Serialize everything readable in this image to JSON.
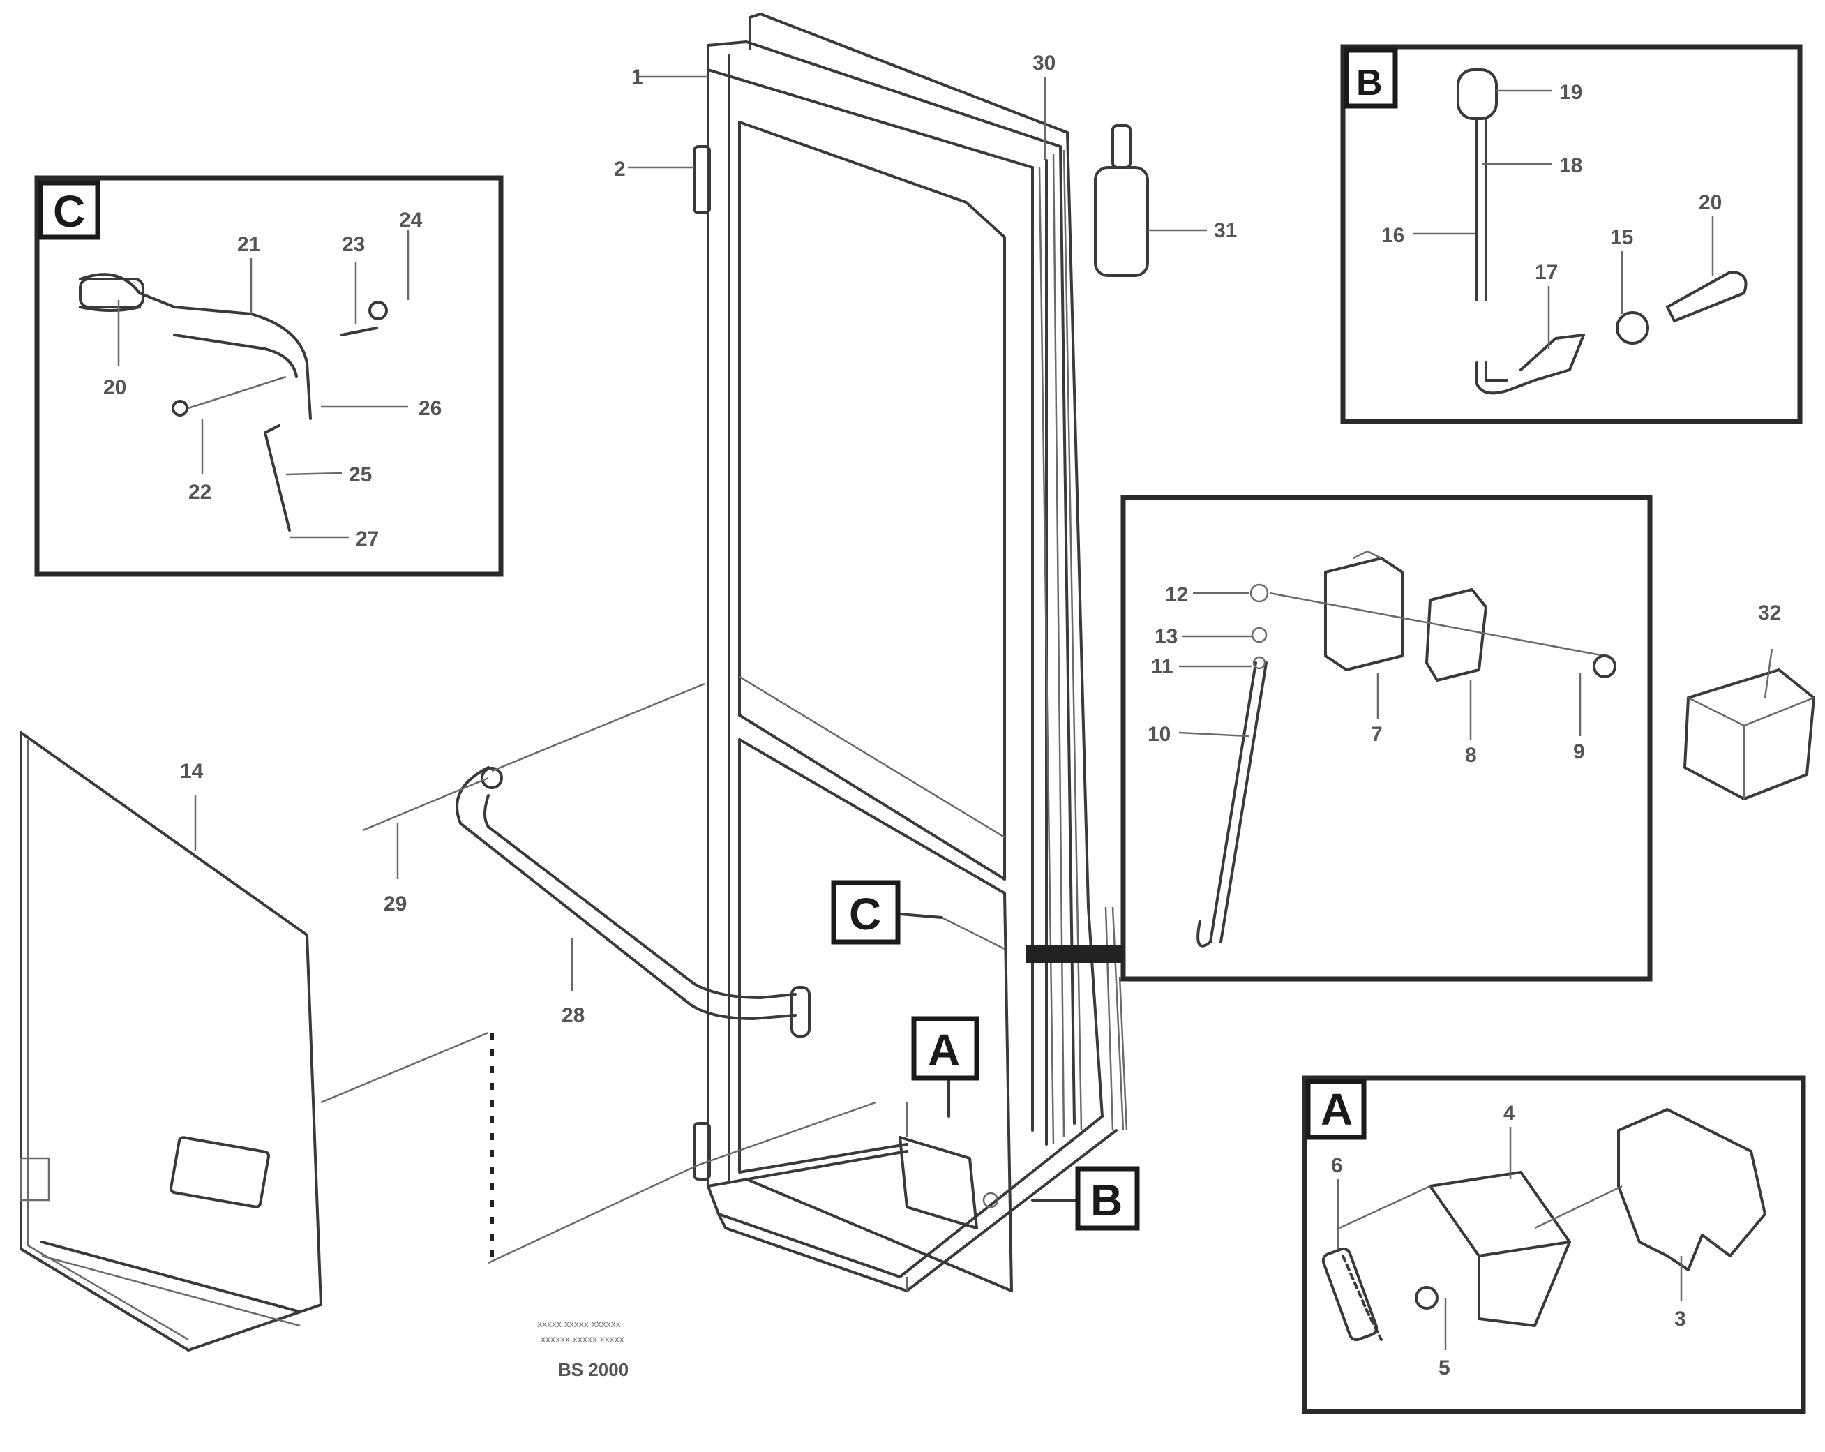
{
  "callouts": {
    "n1": "1",
    "n2": "2",
    "n3": "3",
    "n4": "4",
    "n5": "5",
    "n6": "6",
    "n7": "7",
    "n8": "8",
    "n9": "9",
    "n10": "10",
    "n11": "11",
    "n12": "12",
    "n13": "13",
    "n14": "14",
    "n15": "15",
    "n16": "16",
    "n17": "17",
    "n18": "18",
    "n19": "19",
    "n20": "20",
    "n21": "21",
    "n22": "22",
    "n23": "23",
    "n24": "24",
    "n25": "25",
    "n26": "26",
    "n27": "27",
    "n28": "28",
    "n29": "29",
    "n30": "30",
    "n31": "31",
    "n32": "32"
  },
  "detail_tags": {
    "a": "A",
    "b": "B",
    "c": "C"
  },
  "footer": {
    "line1": "xxxxx xxxxx xxxxxx",
    "line2": "xxxxxx xxxxx xxxxx",
    "ref": "BS 2000"
  }
}
